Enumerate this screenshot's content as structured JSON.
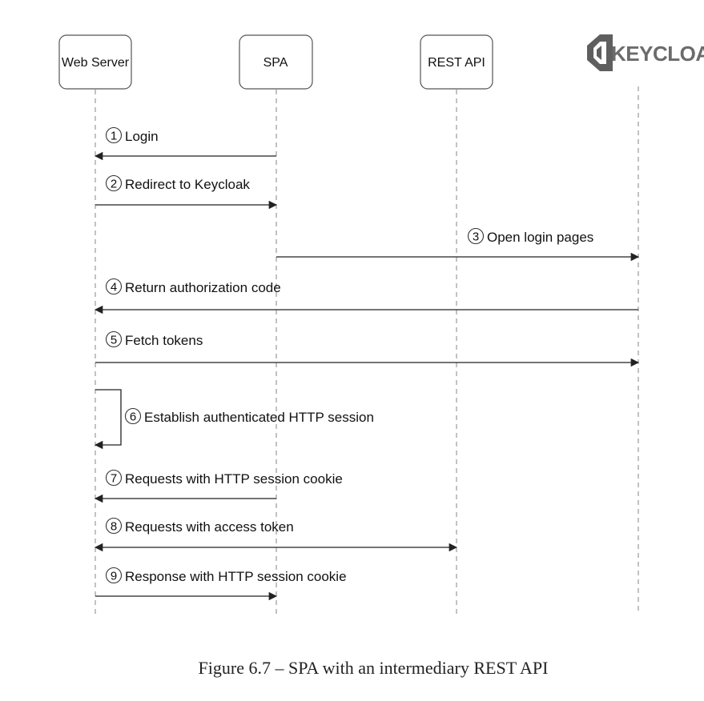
{
  "participants": [
    {
      "id": "web",
      "label": "Web Server"
    },
    {
      "id": "spa",
      "label": "SPA"
    },
    {
      "id": "api",
      "label": "REST API"
    },
    {
      "id": "kc",
      "label": "KEYCLOAK"
    }
  ],
  "messages": [
    {
      "num": "1",
      "label": "Login",
      "from": "spa",
      "to": "web",
      "arrows": "end"
    },
    {
      "num": "2",
      "label": "Redirect to Keycloak",
      "from": "web",
      "to": "spa",
      "arrows": "end"
    },
    {
      "num": "3",
      "label": "Open login pages",
      "from": "spa",
      "to": "kc",
      "arrows": "end"
    },
    {
      "num": "4",
      "label": "Return authorization code",
      "from": "kc",
      "to": "web",
      "arrows": "end"
    },
    {
      "num": "5",
      "label": "Fetch tokens",
      "from": "web",
      "to": "kc",
      "arrows": "end"
    },
    {
      "num": "6",
      "label": "Establish authenticated HTTP session",
      "from": "web",
      "to": "web",
      "arrows": "self"
    },
    {
      "num": "7",
      "label": "Requests with HTTP session cookie",
      "from": "spa",
      "to": "web",
      "arrows": "end"
    },
    {
      "num": "8",
      "label": "Requests with access token",
      "from": "web",
      "to": "api",
      "arrows": "both"
    },
    {
      "num": "9",
      "label": "Response with HTTP session cookie",
      "from": "web",
      "to": "spa",
      "arrows": "end"
    }
  ],
  "caption": "Figure 6.7 – SPA with an intermediary REST API",
  "colors": {
    "line": "#222222",
    "lifeline": "#9a9a9a",
    "logo": "#6b6b6b"
  }
}
